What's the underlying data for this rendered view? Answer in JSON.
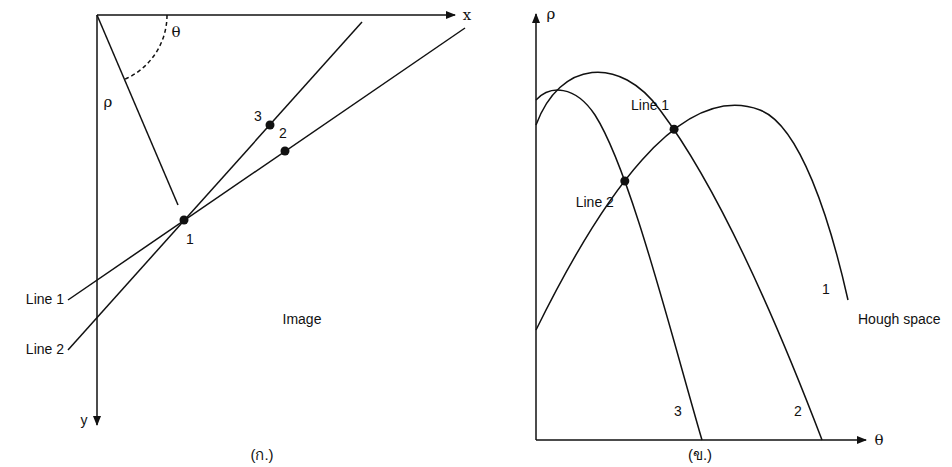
{
  "diagram": {
    "labels": [
      "x",
      "θ",
      "ρ",
      "3",
      "2",
      "1",
      "Line 1",
      "Line 2",
      "Image",
      "y",
      "(ก.)",
      "ρ",
      "Line 1",
      "Line 2",
      "1",
      "Hough space",
      "3",
      "2",
      "θ",
      "(ข.)"
    ]
  }
}
